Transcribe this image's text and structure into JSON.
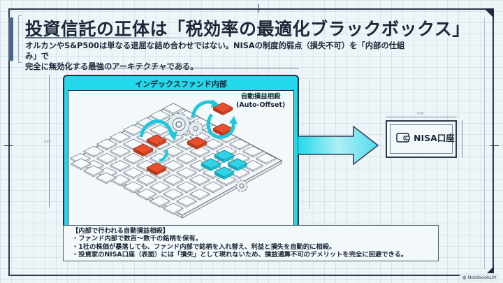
{
  "header": {
    "title": "投資信託の正体は「税効率の最適化ブラックボックス」",
    "subtitle_line1": "オルカンやS&P500は単なる退屈な詰め合わせではない。NISAの制度的弱点（損失不可）を「内部の仕組み」で",
    "subtitle_line2": "完全に無効化する最強のアーキテクチャである。"
  },
  "diagram": {
    "fund_box_title": "インデックスファンド内部",
    "offset_label_jp": "自動損益相殺",
    "offset_label_en": "(Auto-Offset)",
    "nisa_label": "NISA口座",
    "dimension_label": "mm",
    "colors": {
      "accent_cyan": "#22d8ea",
      "loss_red": "#e8502e",
      "gain_cyan": "#2fd3e4",
      "frame_dark": "#2f3b4d"
    },
    "icons": {
      "nisa": "wallet-icon",
      "flow": "right-arrow-icon",
      "engine": "gear-icon"
    }
  },
  "info": {
    "heading": "【内部で行われる自動損益相殺】",
    "bullets": [
      "・ファンド内部で数百〜数千の銘柄を保有。",
      "・1社の株価が暴落しても、ファンド内部で銘柄を入れ替え、利益と損失を自動的に相殺。",
      "・投資家のNISA口座（表面）には「損失」として現れないため、損益通算不可のデメリットを完全に回避できる。"
    ]
  },
  "watermark": {
    "label": "NotebookLM"
  }
}
